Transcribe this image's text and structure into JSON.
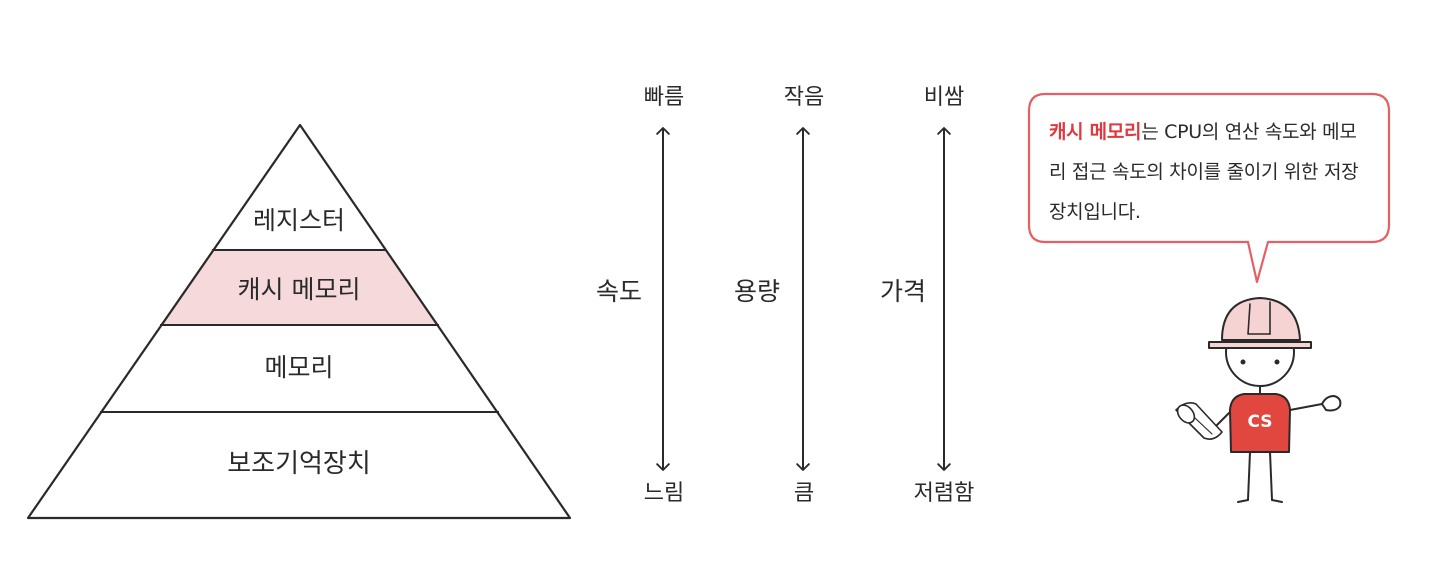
{
  "pyramid": {
    "levels": [
      "레지스터",
      "캐시 메모리",
      "메모리",
      "보조기억장치"
    ],
    "highlight_fill": "#f6d9db"
  },
  "scales": [
    {
      "top": "빠름",
      "label": "속도",
      "bottom": "느림"
    },
    {
      "top": "작음",
      "label": "용량",
      "bottom": "큼"
    },
    {
      "top": "비쌈",
      "label": "가격",
      "bottom": "저렴함"
    }
  ],
  "speech": {
    "highlight": "캐시 메모리",
    "text": "는 CPU의 연산 속도와 메모리 접근 속도의 차이를 줄이기 위한 저장 장치입니다.",
    "border_color": "#e46065"
  },
  "character": {
    "shirt_label": "CS",
    "shirt_color": "#e2473f",
    "helmet_color": "#f6d3d3"
  }
}
